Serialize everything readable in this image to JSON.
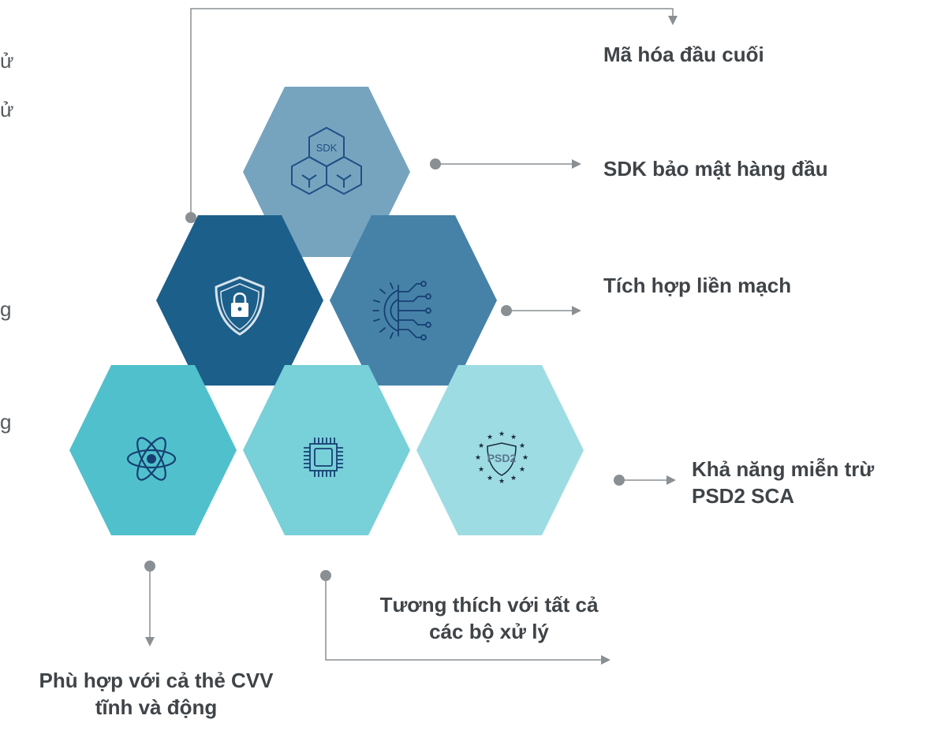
{
  "labels": {
    "end_to_end": "Mã hóa đầu cuối",
    "sdk_security": "SDK bảo mật hàng đầu",
    "seamless": "Tích hợp liền mạch",
    "psd2_line1": "Khả năng miễn trừ",
    "psd2_line2": "PSD2 SCA",
    "processors_line1": "Tương thích với tất cả",
    "processors_line2": "các bộ xử lý",
    "cvv_line1": "Phù hợp với cả thẻ CVV",
    "cvv_line2": "tĩnh và động"
  },
  "icon_text": {
    "sdk": "SDK",
    "psd2": "PSD2"
  },
  "edge_fragments": [
    "ử",
    "ử",
    "g",
    "g"
  ],
  "hexagons": [
    {
      "id": "sdk",
      "color": "#76a4bf",
      "icon": "cubes-sdk-icon"
    },
    {
      "id": "shield",
      "color": "#1c5f8b",
      "icon": "shield-lock-icon"
    },
    {
      "id": "integration",
      "color": "#4682a8",
      "icon": "circuit-gear-icon"
    },
    {
      "id": "atom",
      "color": "#50c1cc",
      "icon": "atom-icon"
    },
    {
      "id": "chip",
      "color": "#78d0d8",
      "icon": "chip-icon"
    },
    {
      "id": "psd2",
      "color": "#9ddce2",
      "icon": "psd2-stars-icon"
    }
  ],
  "colors": {
    "connector": "#8a8f93",
    "text": "#3f4448"
  }
}
